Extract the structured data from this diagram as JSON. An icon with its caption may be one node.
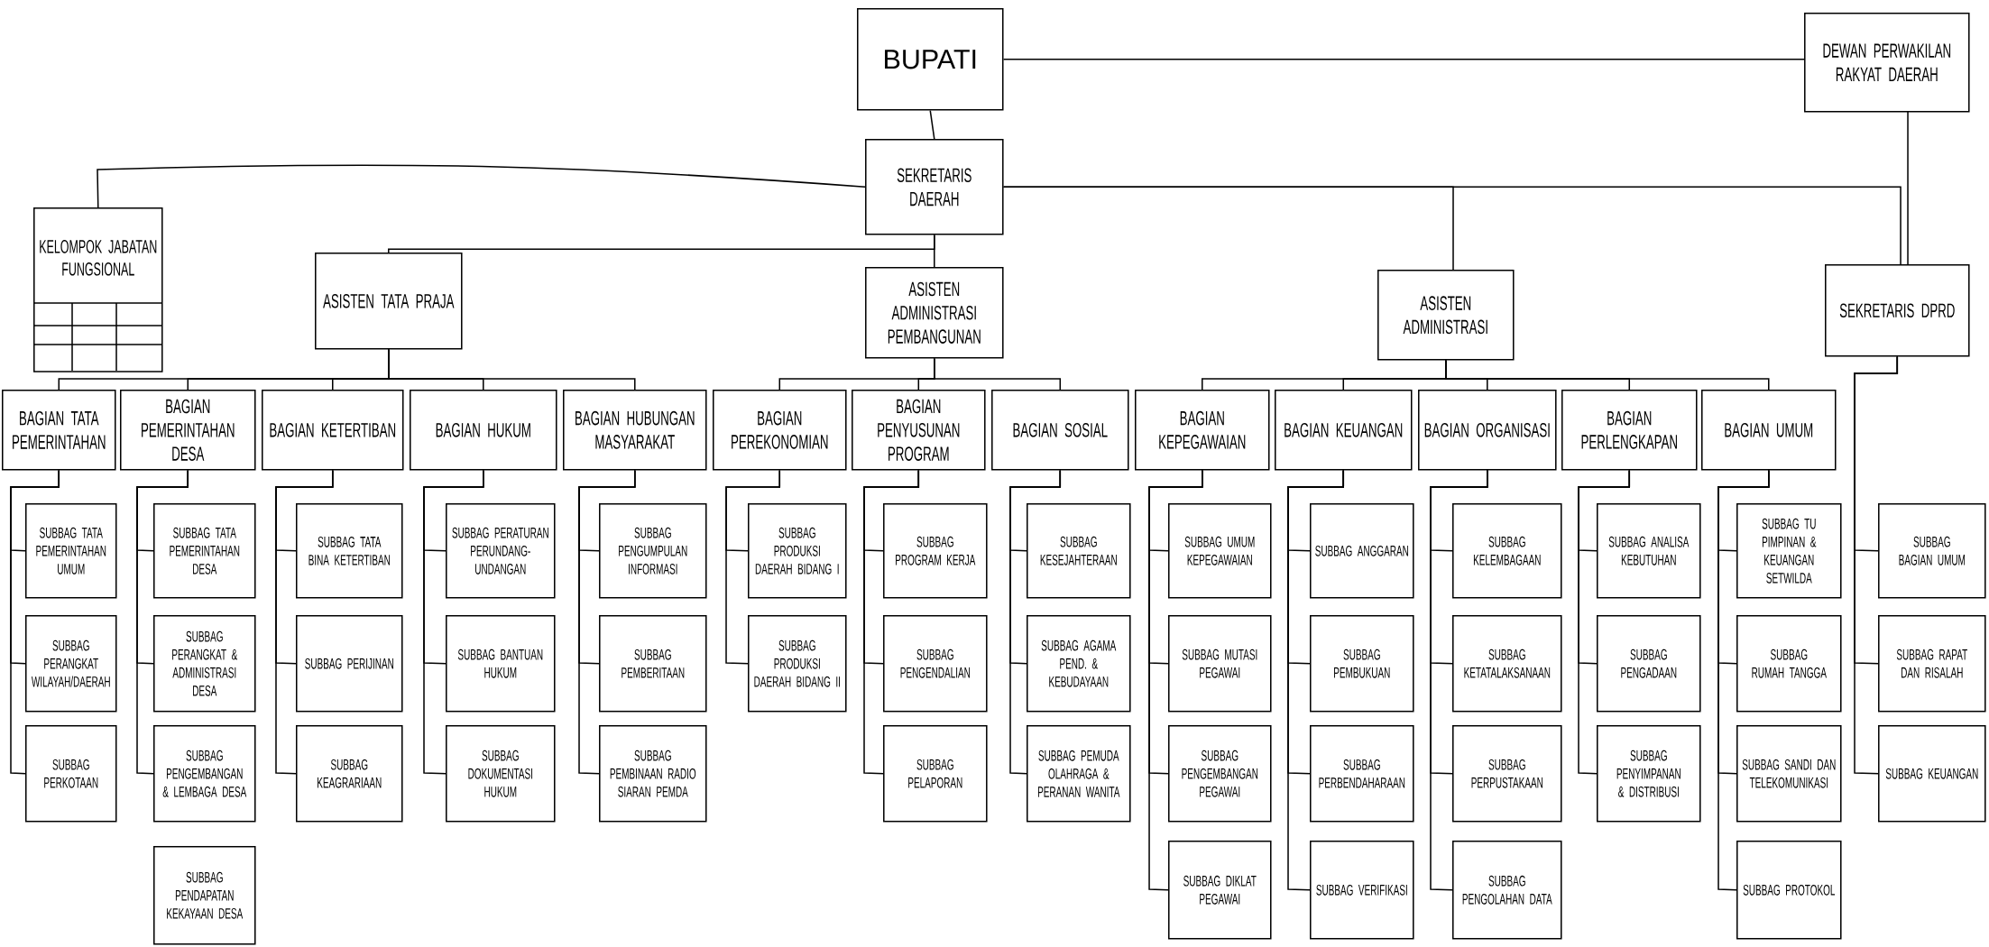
{
  "diagram": {
    "nodes": [
      {
        "text": [
          "BUPATI"
        ]
      },
      {
        "text": [
          "DEWAN PERWAKILAN RAKYAT DAERAH"
        ]
      },
      {
        "text": [
          "SEKRETARIS DAERAH"
        ]
      },
      {
        "text": [
          "KELOMPOK JABATAN FUNGSIONAL"
        ]
      },
      {
        "text": [
          "ASISTEN TATA PRAJA"
        ]
      },
      {
        "text": [
          "ASISTEN ADMINISTRASI PEMBANGUNAN"
        ]
      },
      {
        "text": [
          "ASISTEN ADMINISTRASI"
        ]
      },
      {
        "text": [
          "SEKRETARIS DPRD"
        ]
      },
      {
        "text": [
          "BAGIAN TATA PEMERINTAHAN"
        ]
      },
      {
        "text": [
          "BAGIAN PEMERINTAHAN DESA"
        ]
      },
      {
        "text": [
          "BAGIAN KETERTIBAN"
        ]
      },
      {
        "text": [
          "BAGIAN HUKUM"
        ]
      },
      {
        "text": [
          "BAGIAN HUBUNGAN MASYARAKAT"
        ]
      },
      {
        "text": [
          "BAGIAN PEREKONOMIAN"
        ]
      },
      {
        "text": [
          "BAGIAN PENYUSUNAN PROGRAM"
        ]
      },
      {
        "text": [
          "BAGIAN SOSIAL"
        ]
      },
      {
        "text": [
          "BAGIAN KEPEGAWAIAN"
        ]
      },
      {
        "text": [
          "BAGIAN KEUANGAN"
        ]
      },
      {
        "text": [
          "BAGIAN ORGANISASI"
        ]
      },
      {
        "text": [
          "BAGIAN PERLENGKAPAN"
        ]
      },
      {
        "text": [
          "BAGIAN UMUM"
        ]
      },
      {
        "text": [
          "SUBBAG TATA PEMERINTAHAN UMUM"
        ]
      },
      {
        "text": [
          "SUBBAG PERANGKAT WILAYAH/DAERAH"
        ]
      },
      {
        "text": [
          "SUBBAG PERKOTAAN"
        ]
      },
      {
        "text": [
          "SUBBAG TATA PEMERINTAHAN DESA"
        ]
      },
      {
        "text": [
          "SUBBAG PERANGKAT & ADMINISTRASI DESA"
        ]
      },
      {
        "text": [
          "SUBBAG PENGEMBANGAN & LEMBAGA DESA"
        ]
      },
      {
        "text": [
          "SUBBAG PENDAPATAN KEKAYAAN DESA"
        ]
      },
      {
        "text": [
          "SUBBAG TATA BINA KETERTIBAN"
        ]
      },
      {
        "text": [
          "SUBBAG PERIJINAN"
        ]
      },
      {
        "text": [
          "SUBBAG KEAGRARIAAN"
        ]
      },
      {
        "text": [
          "SUBBAG PERATURAN PERUNDANG-UNDANGAN"
        ]
      },
      {
        "text": [
          "SUBBAG BANTUAN HUKUM"
        ]
      },
      {
        "text": [
          "SUBBAG DOKUMENTASI HUKUM"
        ]
      },
      {
        "text": [
          "SUBBAG PENGUMPULAN INFORMASI"
        ]
      },
      {
        "text": [
          "SUBBAG PEMBERITAAN"
        ]
      },
      {
        "text": [
          "SUBBAG PEMBINAAN RADIO SIARAN PEMDA"
        ]
      },
      {
        "text": [
          "SUBBAG PRODUKSI DAERAH BIDANG I"
        ]
      },
      {
        "text": [
          "SUBBAG PRODUKSI DAERAH BIDANG II"
        ]
      },
      {
        "text": [
          "SUBBAG PROGRAM KERJA"
        ]
      },
      {
        "text": [
          "SUBBAG PENGENDALIAN"
        ]
      },
      {
        "text": [
          "SUBBAG PELAPORAN"
        ]
      },
      {
        "text": [
          "SUBBAG KESEJAHTERAAN"
        ]
      },
      {
        "text": [
          "SUBBAG AGAMA PEND. & KEBUDAYAAN"
        ]
      },
      {
        "text": [
          "SUBBAG PEMUDA OLAHRAGA & PERANAN WANITA"
        ]
      },
      {
        "text": [
          "SUBBAG UMUM KEPEGAWAIAN"
        ]
      },
      {
        "text": [
          "SUBBAG MUTASI PEGAWAI"
        ]
      },
      {
        "text": [
          "SUBBAG PENGEMBANGAN PEGAWAI"
        ]
      },
      {
        "text": [
          "SUBBAG DIKLAT PEGAWAI"
        ]
      },
      {
        "text": [
          "SUBBAG ANGGARAN"
        ]
      },
      {
        "text": [
          "SUBBAG PEMBUKUAN"
        ]
      },
      {
        "text": [
          "SUBBAG PERBENDAHARAAN"
        ]
      },
      {
        "text": [
          "SUBBAG VERIFIKASI"
        ]
      },
      {
        "text": [
          "SUBBAG KELEMBAGAAN"
        ]
      },
      {
        "text": [
          "SUBBAG KETATALAKSANAAN"
        ]
      },
      {
        "text": [
          "SUBBAG PERPUSTAKAAN"
        ]
      },
      {
        "text": [
          "SUBBAG PENGOLAHAN DATA"
        ]
      },
      {
        "text": [
          "SUBBAG ANALISA KEBUTUHAN"
        ]
      },
      {
        "text": [
          "SUBBAG PENGADAAN"
        ]
      },
      {
        "text": [
          "SUBBAG PENYIMPANAN & DISTRIBUSI"
        ]
      },
      {
        "text": [
          "SUBBAG TU PIMPINAN & KEUANGAN SETWILDA"
        ]
      },
      {
        "text": [
          "SUBBAG RUMAH TANGGA"
        ]
      },
      {
        "text": [
          "SUBBAG SANDI DAN TELEKOMUNIKASI"
        ]
      },
      {
        "text": [
          "SUBBAG PROTOKOL"
        ]
      },
      {
        "text": [
          "SUBBAG BAGIAN UMUM"
        ]
      },
      {
        "text": [
          "SUBBAG RAPAT DAN RISALAH"
        ]
      },
      {
        "text": [
          "SUBBAG KEUANGAN"
        ]
      }
    ],
    "edges": [
      {
        "from": 0,
        "to": 1,
        "arrow": "none"
      },
      {
        "from": 0,
        "to": 2,
        "arrow": "none"
      },
      {
        "from": 2,
        "to": 3,
        "arrow": "none"
      },
      {
        "from": 2,
        "to": 4,
        "arrow": "none"
      },
      {
        "from": 2,
        "to": 5,
        "arrow": "none"
      },
      {
        "from": 2,
        "to": 6,
        "arrow": "none"
      },
      {
        "from": 2,
        "to": 7,
        "arrow": "none"
      },
      {
        "from": 1,
        "to": 7,
        "arrow": "none"
      },
      {
        "from": 4,
        "to": 8,
        "arrow": "none"
      },
      {
        "from": 4,
        "to": 9,
        "arrow": "none"
      },
      {
        "from": 4,
        "to": 10,
        "arrow": "none"
      },
      {
        "from": 4,
        "to": 11,
        "arrow": "none"
      },
      {
        "from": 4,
        "to": 12,
        "arrow": "none"
      },
      {
        "from": 5,
        "to": 13,
        "arrow": "none"
      },
      {
        "from": 5,
        "to": 14,
        "arrow": "none"
      },
      {
        "from": 5,
        "to": 15,
        "arrow": "none"
      },
      {
        "from": 6,
        "to": 16,
        "arrow": "none"
      },
      {
        "from": 6,
        "to": 17,
        "arrow": "none"
      },
      {
        "from": 6,
        "to": 18,
        "arrow": "none"
      },
      {
        "from": 6,
        "to": 19,
        "arrow": "none"
      },
      {
        "from": 6,
        "to": 20,
        "arrow": "none"
      },
      {
        "from": 8,
        "to": 21,
        "arrow": "none"
      },
      {
        "from": 8,
        "to": 22,
        "arrow": "none"
      },
      {
        "from": 8,
        "to": 23,
        "arrow": "none"
      },
      {
        "from": 9,
        "to": 24,
        "arrow": "none"
      },
      {
        "from": 9,
        "to": 25,
        "arrow": "none"
      },
      {
        "from": 9,
        "to": 26,
        "arrow": "none"
      },
      {
        "from": 10,
        "to": 28,
        "arrow": "none"
      },
      {
        "from": 10,
        "to": 29,
        "arrow": "none"
      },
      {
        "from": 10,
        "to": 30,
        "arrow": "none"
      },
      {
        "from": 11,
        "to": 31,
        "arrow": "none"
      },
      {
        "from": 11,
        "to": 32,
        "arrow": "none"
      },
      {
        "from": 11,
        "to": 33,
        "arrow": "none"
      },
      {
        "from": 12,
        "to": 34,
        "arrow": "none"
      },
      {
        "from": 12,
        "to": 35,
        "arrow": "none"
      },
      {
        "from": 12,
        "to": 36,
        "arrow": "none"
      },
      {
        "from": 13,
        "to": 37,
        "arrow": "none"
      },
      {
        "from": 13,
        "to": 38,
        "arrow": "none"
      },
      {
        "from": 14,
        "to": 39,
        "arrow": "none"
      },
      {
        "from": 14,
        "to": 40,
        "arrow": "none"
      },
      {
        "from": 14,
        "to": 41,
        "arrow": "none"
      },
      {
        "from": 15,
        "to": 42,
        "arrow": "none"
      },
      {
        "from": 15,
        "to": 43,
        "arrow": "none"
      },
      {
        "from": 15,
        "to": 44,
        "arrow": "none"
      },
      {
        "from": 16,
        "to": 45,
        "arrow": "none"
      },
      {
        "from": 16,
        "to": 46,
        "arrow": "none"
      },
      {
        "from": 16,
        "to": 47,
        "arrow": "none"
      },
      {
        "from": 16,
        "to": 48,
        "arrow": "none"
      },
      {
        "from": 17,
        "to": 49,
        "arrow": "none"
      },
      {
        "from": 17,
        "to": 50,
        "arrow": "none"
      },
      {
        "from": 17,
        "to": 51,
        "arrow": "none"
      },
      {
        "from": 17,
        "to": 52,
        "arrow": "none"
      },
      {
        "from": 18,
        "to": 53,
        "arrow": "none"
      },
      {
        "from": 18,
        "to": 54,
        "arrow": "none"
      },
      {
        "from": 18,
        "to": 55,
        "arrow": "none"
      },
      {
        "from": 18,
        "to": 56,
        "arrow": "none"
      },
      {
        "from": 19,
        "to": 57,
        "arrow": "none"
      },
      {
        "from": 19,
        "to": 58,
        "arrow": "none"
      },
      {
        "from": 19,
        "to": 59,
        "arrow": "none"
      },
      {
        "from": 20,
        "to": 60,
        "arrow": "none"
      },
      {
        "from": 20,
        "to": 61,
        "arrow": "none"
      },
      {
        "from": 20,
        "to": 62,
        "arrow": "none"
      },
      {
        "from": 20,
        "to": 63,
        "arrow": "none"
      },
      {
        "from": 7,
        "to": 64,
        "arrow": "none"
      },
      {
        "from": 7,
        "to": 65,
        "arrow": "none"
      },
      {
        "from": 7,
        "to": 66,
        "arrow": "none"
      }
    ]
  }
}
